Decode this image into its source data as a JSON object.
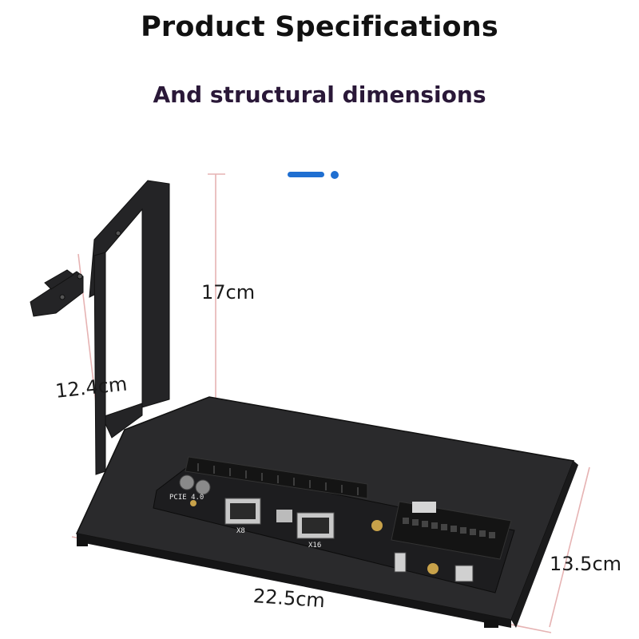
{
  "header": {
    "title": "Product Specifications",
    "subtitle": "And structural dimensions"
  },
  "colors": {
    "accent": "#1f6fd1",
    "dimension_line": "#e8b8b8",
    "frame": "#262628",
    "pcb": "#1b1b1d"
  },
  "dimensions": {
    "height": "17cm",
    "bracket": "12.4cm",
    "width": "13.5cm",
    "length": "22.5cm"
  },
  "board_labels": {
    "slot_text": "PCIE 4.0",
    "port_x8": "X8",
    "port_x16": "X16"
  }
}
